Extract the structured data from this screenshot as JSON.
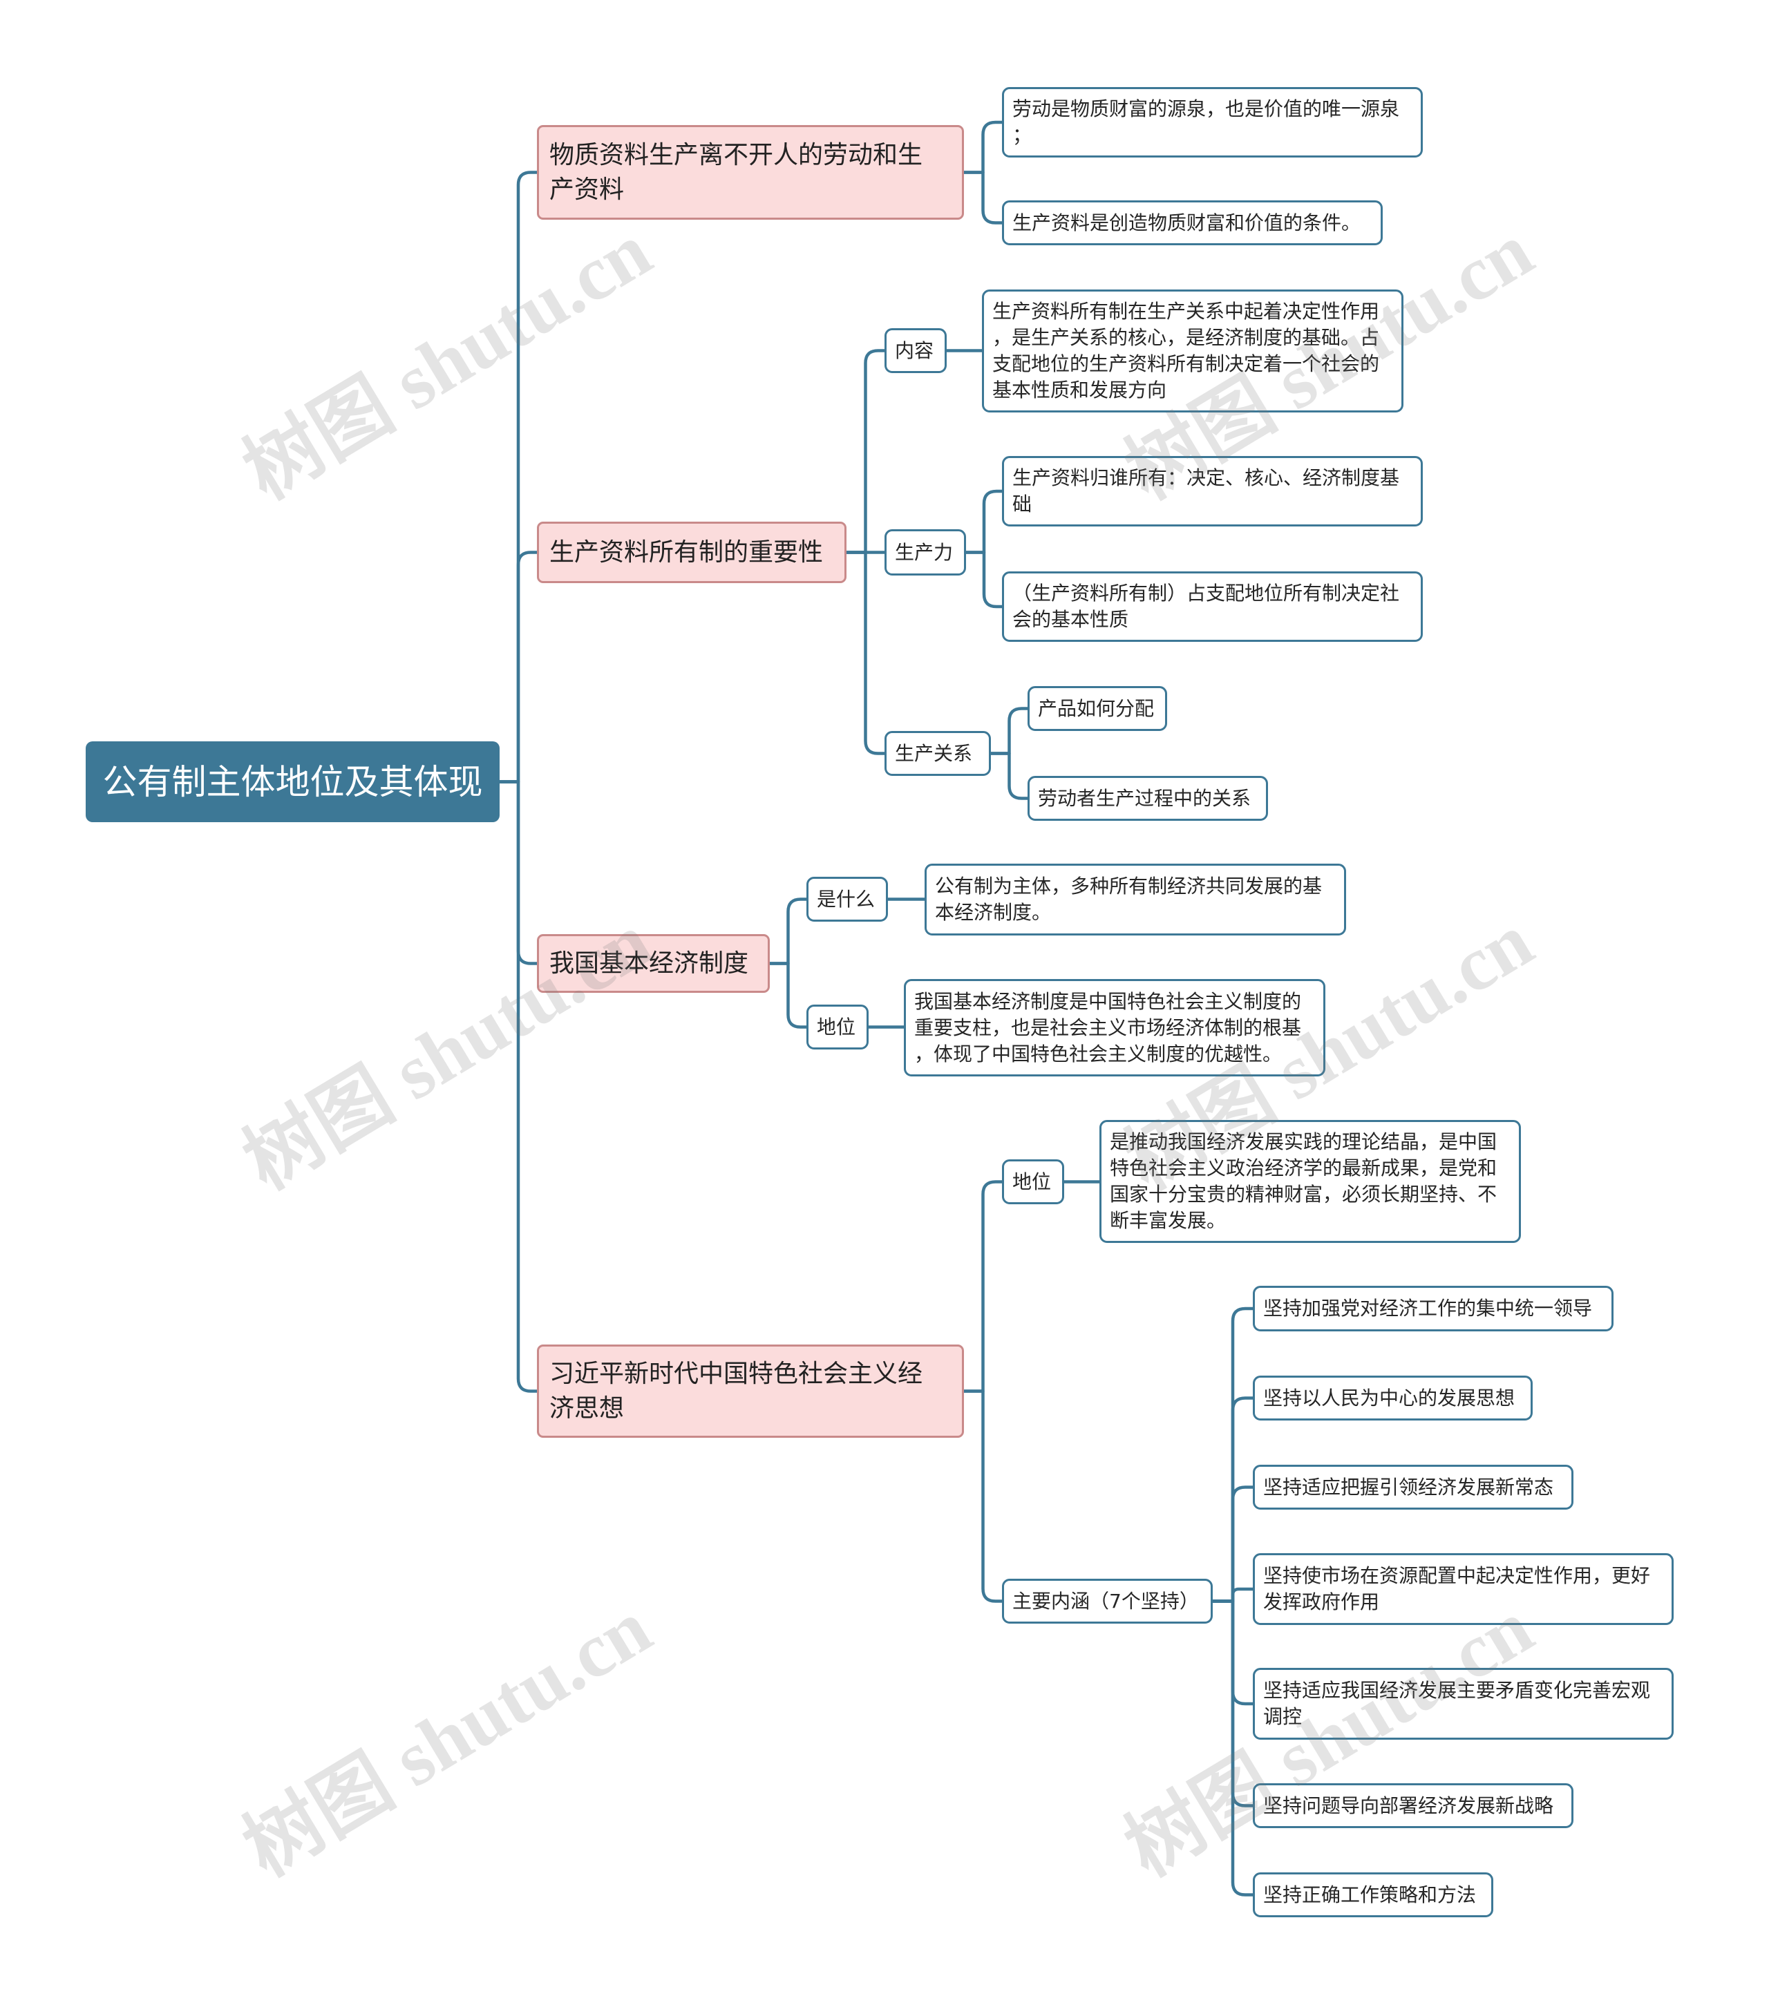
{
  "root": {
    "label": "公有制主体地位及其体现"
  },
  "branches": [
    {
      "label_lines": [
        "物质资料生产离不开人的劳动和生",
        "产资料"
      ],
      "children": [
        {
          "lines": [
            "劳动是物质财富的源泉，也是价值的唯一源泉",
            "；"
          ]
        },
        {
          "lines": [
            "生产资料是创造物质财富和价值的条件。"
          ]
        }
      ]
    },
    {
      "label_lines": [
        "生产资料所有制的重要性"
      ],
      "children": [
        {
          "label": "内容",
          "children": [
            {
              "lines": [
                "生产资料所有制在生产关系中起着决定性作用",
                "，是生产关系的核心，是经济制度的基础。占",
                "支配地位的生产资料所有制决定着一个社会的",
                "基本性质和发展方向"
              ]
            }
          ]
        },
        {
          "label": "生产力",
          "children": [
            {
              "lines": [
                "生产资料归谁所有：决定、核心、经济制度基",
                "础"
              ]
            },
            {
              "lines": [
                "（生产资料所有制）占支配地位所有制决定社",
                "会的基本性质"
              ]
            }
          ]
        },
        {
          "label": "生产关系",
          "children": [
            {
              "lines": [
                "产品如何分配"
              ]
            },
            {
              "lines": [
                "劳动者生产过程中的关系"
              ]
            }
          ]
        }
      ]
    },
    {
      "label_lines": [
        "我国基本经济制度"
      ],
      "children": [
        {
          "label": "是什么",
          "children": [
            {
              "lines": [
                "公有制为主体，多种所有制经济共同发展的基",
                "本经济制度。"
              ]
            }
          ]
        },
        {
          "label": "地位",
          "children": [
            {
              "lines": [
                "我国基本经济制度是中国特色社会主义制度的",
                "重要支柱，也是社会主义市场经济体制的根基",
                "，体现了中国特色社会主义制度的优越性。"
              ]
            }
          ]
        }
      ]
    },
    {
      "label_lines": [
        "习近平新时代中国特色社会主义经",
        "济思想"
      ],
      "children": [
        {
          "label": "地位",
          "children": [
            {
              "lines": [
                "是推动我国经济发展实践的理论结晶，是中国",
                "特色社会主义政治经济学的最新成果，是党和",
                "国家十分宝贵的精神财富，必须长期坚持、不",
                "断丰富发展。"
              ]
            }
          ]
        },
        {
          "label": "主要内涵（7个坚持）",
          "children": [
            {
              "lines": [
                "坚持加强党对经济工作的集中统一领导"
              ]
            },
            {
              "lines": [
                "坚持以人民为中心的发展思想"
              ]
            },
            {
              "lines": [
                "坚持适应把握引领经济发展新常态"
              ]
            },
            {
              "lines": [
                "坚持使市场在资源配置中起决定性作用，更好",
                "发挥政府作用"
              ]
            },
            {
              "lines": [
                "坚持适应我国经济发展主要矛盾变化完善宏观",
                "调控"
              ]
            },
            {
              "lines": [
                "坚持问题导向部署经济发展新战略"
              ]
            },
            {
              "lines": [
                "坚持正确工作策略和方法"
              ]
            }
          ]
        }
      ]
    }
  ],
  "watermark": "树图 shutu.cn",
  "colors": {
    "line": "#3d7896",
    "root_fill": "#3d7896",
    "branch_fill": "#fbdcdc",
    "branch_border": "#c98a8a",
    "leaf_border": "#3d7896"
  }
}
